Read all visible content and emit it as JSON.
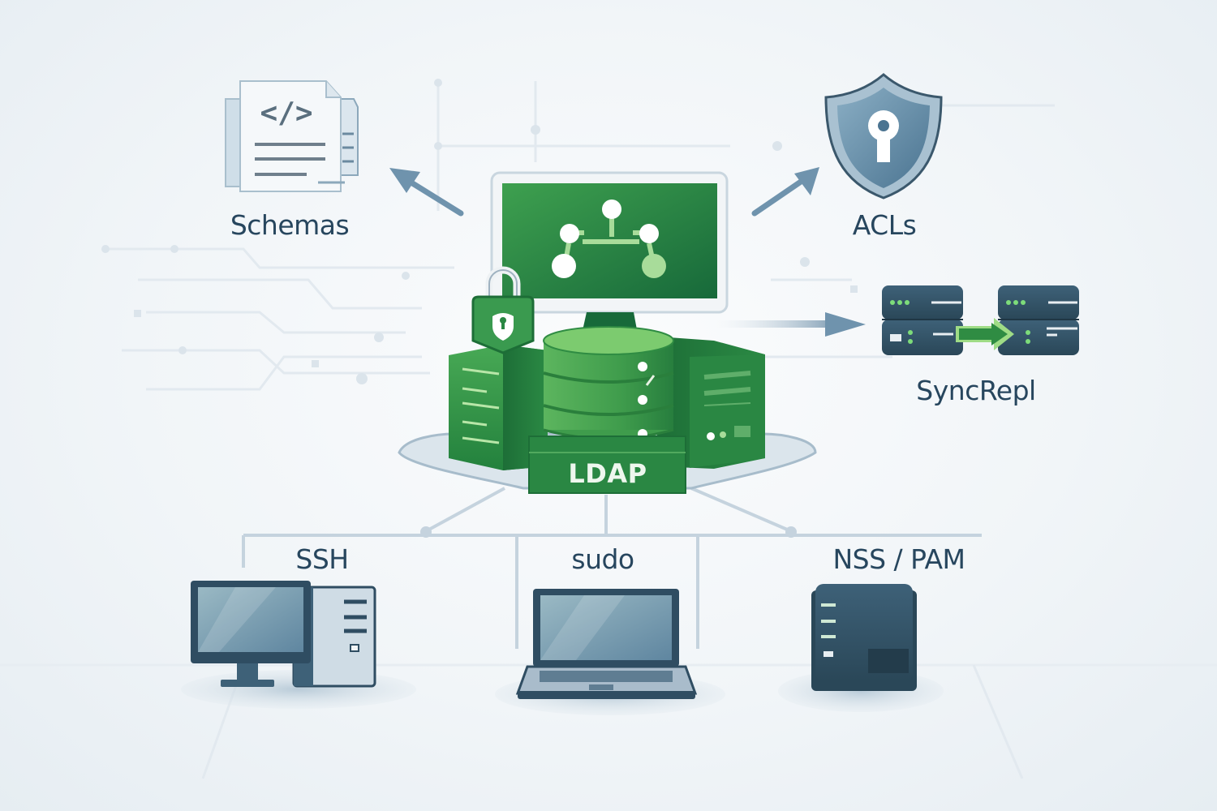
{
  "title": "LDAP infrastructure overview",
  "center": {
    "label": "LDAP",
    "icons": [
      "monitor-tree-icon",
      "database-icon",
      "padlock-icon",
      "server-blocks-icon"
    ]
  },
  "top_left": {
    "label": "Schemas",
    "icon": "code-document-icon"
  },
  "top_right": {
    "label": "ACLs",
    "icon": "shield-keyhole-icon"
  },
  "right": {
    "label": "SyncRepl",
    "icon": "replicating-servers-icon"
  },
  "clients": [
    {
      "label": "SSH",
      "icon": "desktop-computer-icon"
    },
    {
      "label": "sudo",
      "icon": "laptop-icon"
    },
    {
      "label": "NSS / PAM",
      "icon": "tower-server-icon"
    }
  ],
  "colors": {
    "green_dark": "#1f7a3d",
    "green_mid": "#3a9a4f",
    "green_light": "#6cc070",
    "slate_dark": "#2f4d62",
    "slate_mid": "#5f86a0",
    "slate_light": "#a9c1d1",
    "text": "#27465e",
    "background": "#f1f5f8"
  }
}
